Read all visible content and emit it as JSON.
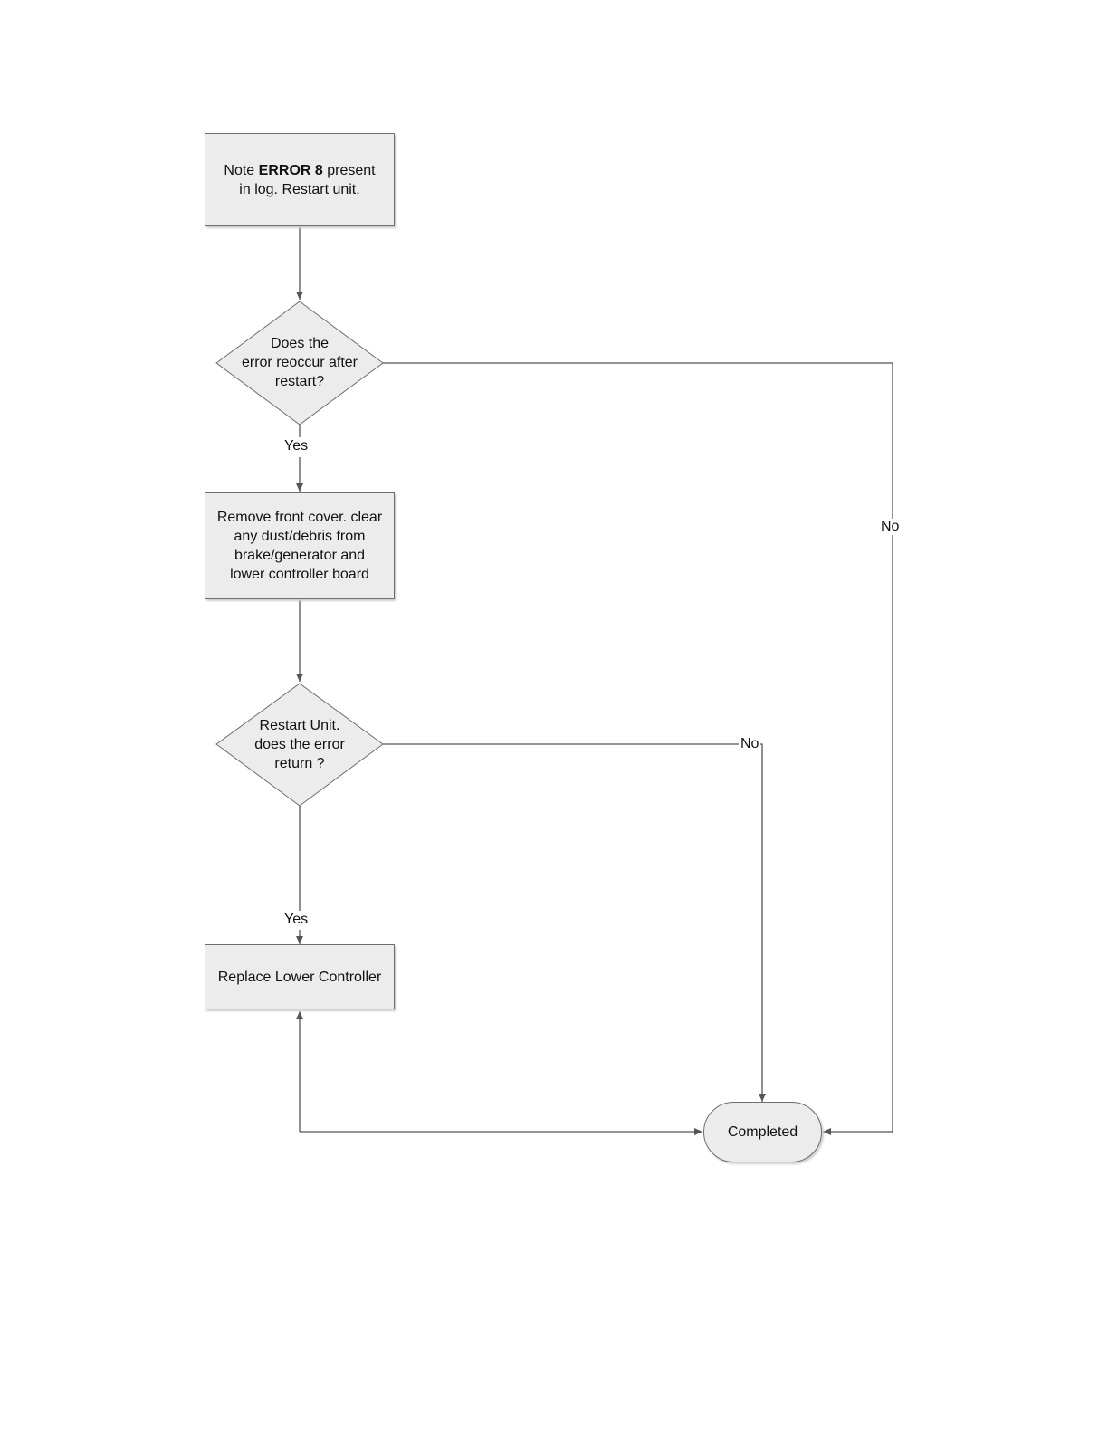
{
  "nodes": {
    "start": {
      "prefix": "Note ",
      "bold": "ERROR 8",
      "line1_rest": " present",
      "line2": "in log. Restart unit."
    },
    "decision1": {
      "line1": "Does the",
      "line2": "error reoccur after",
      "line3": "restart?"
    },
    "process1": {
      "line1": "Remove front cover. clear",
      "line2": "any dust/debris from",
      "line3": "brake/generator and",
      "line4": "lower controller board"
    },
    "decision2": {
      "line1": "Restart Unit.",
      "line2": "does the error",
      "line3": "return ?"
    },
    "process2": {
      "label": "Replace Lower Controller"
    },
    "end": {
      "label": "Completed"
    }
  },
  "edges": {
    "d1_yes": "Yes",
    "d1_no": "No",
    "d2_no": "No",
    "d2_yes": "Yes"
  },
  "colors": {
    "fill": "#ececec",
    "stroke": "#6e6e6e",
    "line": "#555555"
  }
}
